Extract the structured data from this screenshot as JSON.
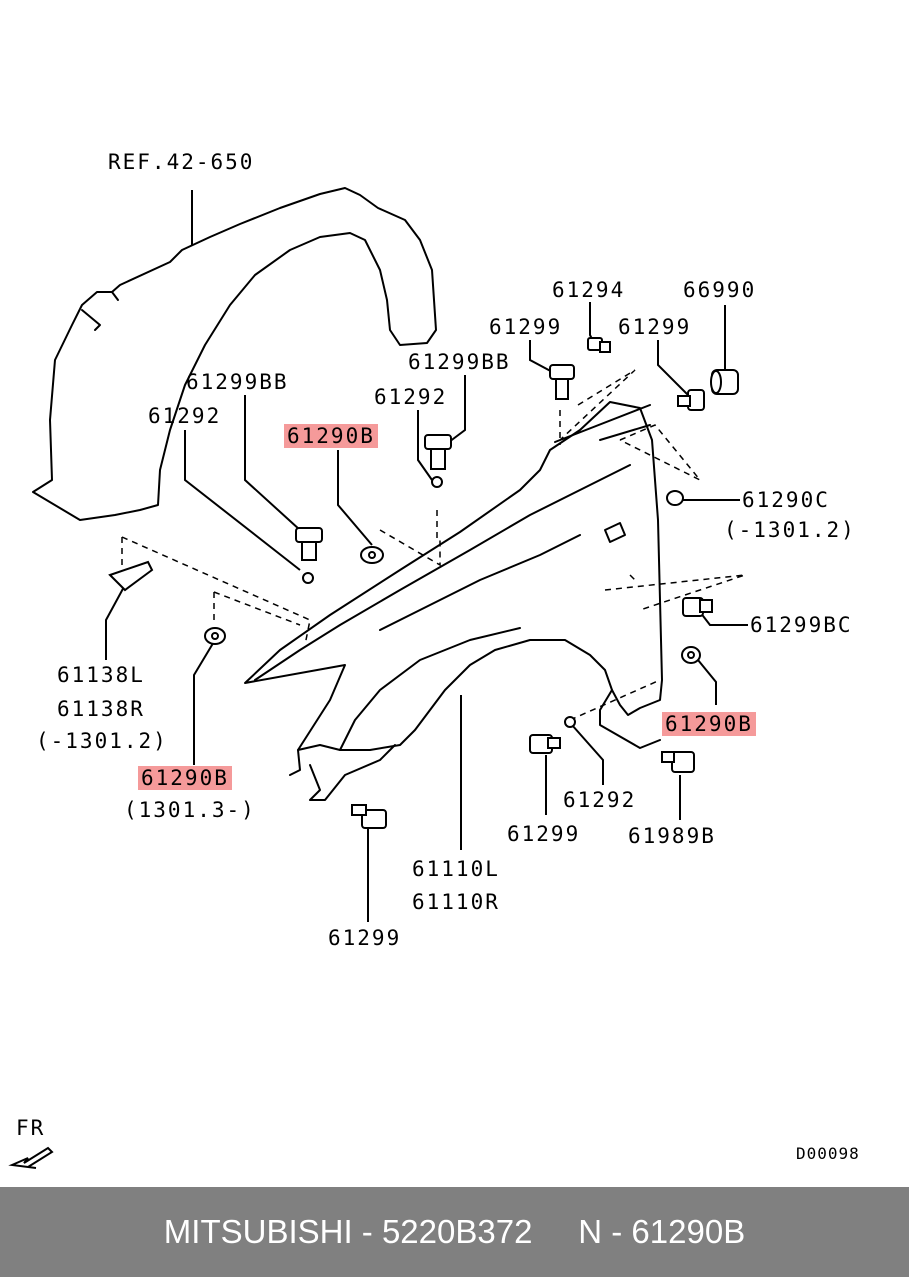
{
  "labels": {
    "ref": "REF.42-650",
    "p61299bb_left": "61299BB",
    "p61292_left": "61292",
    "p61290b_top": "61290B",
    "p61292_mid": "61292",
    "p61299bb_mid": "61299BB",
    "p61299_top": "61299",
    "p61294": "61294",
    "p66990": "66990",
    "p61299_right": "61299",
    "p61290c": "61290C",
    "p61290c_range": "(-1301.2)",
    "p61299bc": "61299BC",
    "p61138l": "61138L",
    "p61138r": "61138R",
    "p61138_range": "(-1301.2)",
    "p61290b_left": "61290B",
    "p61290b_left_range": "(1301.3-)",
    "p61290b_right": "61290B",
    "p61292_bottom": "61292",
    "p61299_bottom_mid": "61299",
    "p61989b": "61989B",
    "p61110l": "61110L",
    "p61110r": "61110R",
    "p61299_bottom": "61299",
    "fr": "FR",
    "code": "D00098"
  },
  "footer": {
    "text": "MITSUBISHI - 5220B372     N - 61290B"
  }
}
